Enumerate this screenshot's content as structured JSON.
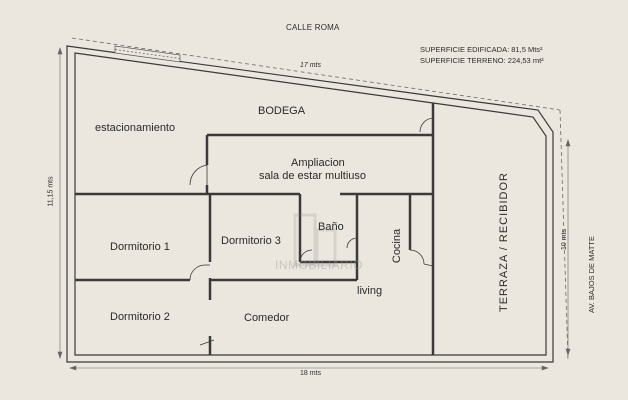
{
  "street_top": "CALLE ROMA",
  "street_right": "AV. BAJOS DE MATTE",
  "surface_built": "SUPERFICIE EDIFICADA: 81,5 Mts²",
  "surface_land": "SUPERFICIE TERRENO: 224,53 mt²",
  "dimensions": {
    "top": "17 mts",
    "bottom": "18 mts",
    "left": "11,15 mts",
    "right": "10 mts"
  },
  "rooms": {
    "estacionamiento": "estacionamiento",
    "bodega": "BODEGA",
    "ampliacion_line1": "Ampliacion",
    "ampliacion_line2": "sala de estar multiuso",
    "dormitorio1": "Dormitorio 1",
    "dormitorio2": "Dormitorio 2",
    "dormitorio3": "Dormitorio 3",
    "bano": "Baño",
    "cocina": "Cocina",
    "living": "living",
    "comedor": "Comedor",
    "terraza": "TERRAZA / RECIBIDOR"
  },
  "watermark": "INMOBILIARIO",
  "colors": {
    "background": "#ece7de",
    "wall": "#3a3a3a",
    "dimension_line": "#666666"
  }
}
